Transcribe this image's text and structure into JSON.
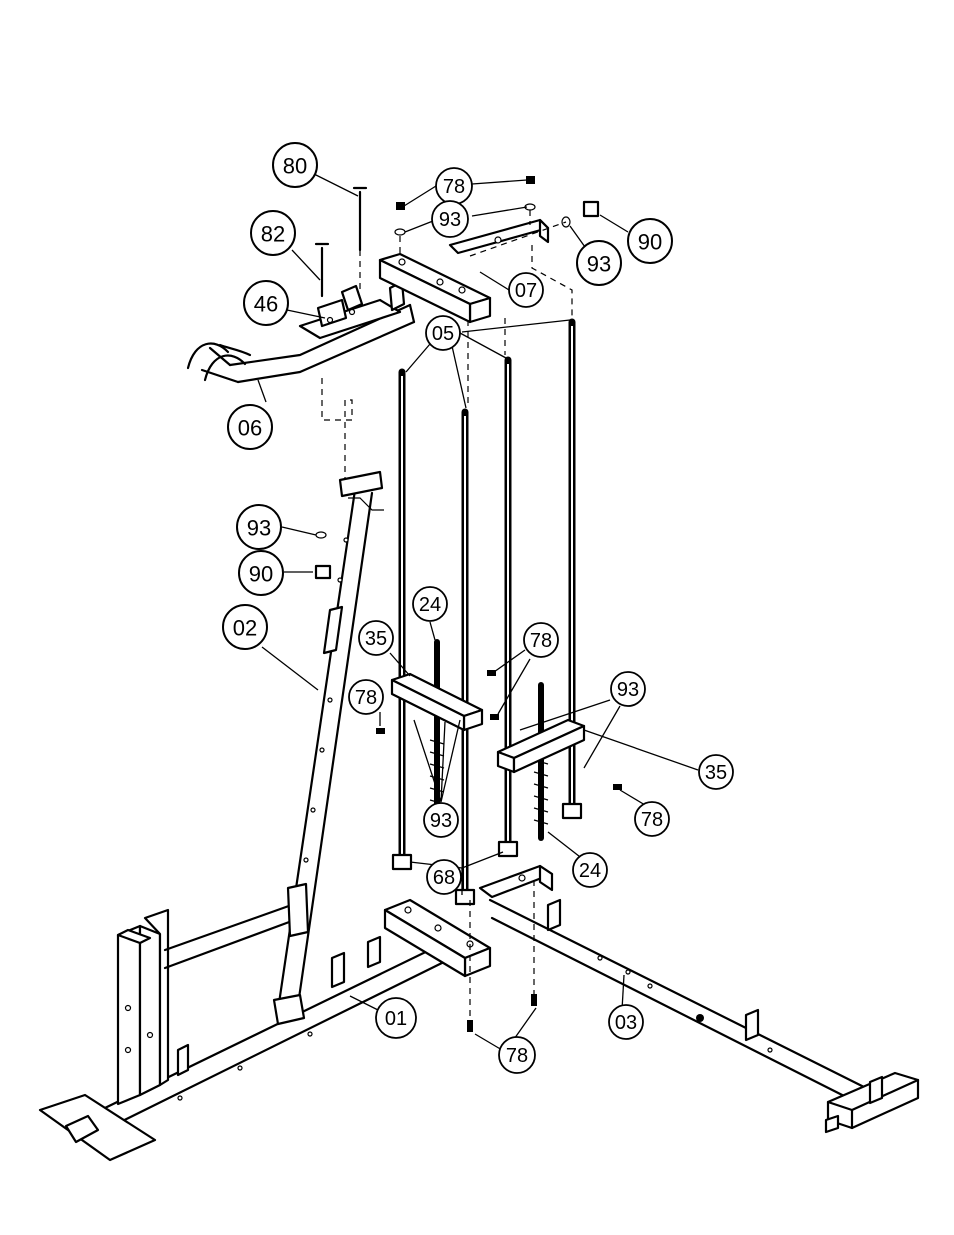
{
  "callouts": [
    {
      "id": "c80",
      "label": "80"
    },
    {
      "id": "c82",
      "label": "82"
    },
    {
      "id": "c46",
      "label": "46"
    },
    {
      "id": "c06",
      "label": "06"
    },
    {
      "id": "c78a",
      "label": "78"
    },
    {
      "id": "c93a",
      "label": "93"
    },
    {
      "id": "c90a",
      "label": "90"
    },
    {
      "id": "c93b",
      "label": "93"
    },
    {
      "id": "c07",
      "label": "07"
    },
    {
      "id": "c05",
      "label": "05"
    },
    {
      "id": "c93c",
      "label": "93"
    },
    {
      "id": "c90b",
      "label": "90"
    },
    {
      "id": "c02",
      "label": "02"
    },
    {
      "id": "c24a",
      "label": "24"
    },
    {
      "id": "c35a",
      "label": "35"
    },
    {
      "id": "c78b",
      "label": "78"
    },
    {
      "id": "c78c",
      "label": "78"
    },
    {
      "id": "c93d",
      "label": "93"
    },
    {
      "id": "c93e",
      "label": "93"
    },
    {
      "id": "c35b",
      "label": "35"
    },
    {
      "id": "c78d",
      "label": "78"
    },
    {
      "id": "c68",
      "label": "68"
    },
    {
      "id": "c24b",
      "label": "24"
    },
    {
      "id": "c01",
      "label": "01"
    },
    {
      "id": "c03",
      "label": "03"
    },
    {
      "id": "c78e",
      "label": "78"
    }
  ]
}
